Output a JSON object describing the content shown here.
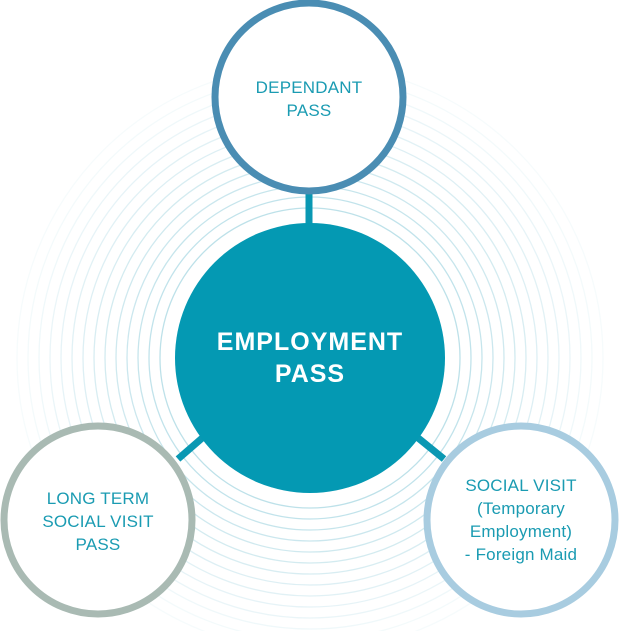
{
  "diagram": {
    "center": {
      "lines": [
        "EMPLOYMENT",
        "PASS"
      ]
    },
    "nodes": [
      {
        "id": "dependant",
        "lines": [
          "DEPENDANT",
          "PASS"
        ]
      },
      {
        "id": "long-term",
        "lines": [
          "LONG TERM",
          "SOCIAL VISIT",
          "PASS"
        ]
      },
      {
        "id": "social-visit",
        "lines": [
          "SOCIAL VISIT",
          "(Temporary",
          "Employment)",
          "- Foreign Maid"
        ]
      }
    ]
  },
  "colors": {
    "center_fill": "#0499b3",
    "connector": "#0a98b3",
    "node_text": "#1a9bb2",
    "dependant_ring": "#4a8db3",
    "long_term_ring": "#a9bab3",
    "social_visit_ring": "#a8cce0",
    "ripple": "#b9dfe8"
  }
}
